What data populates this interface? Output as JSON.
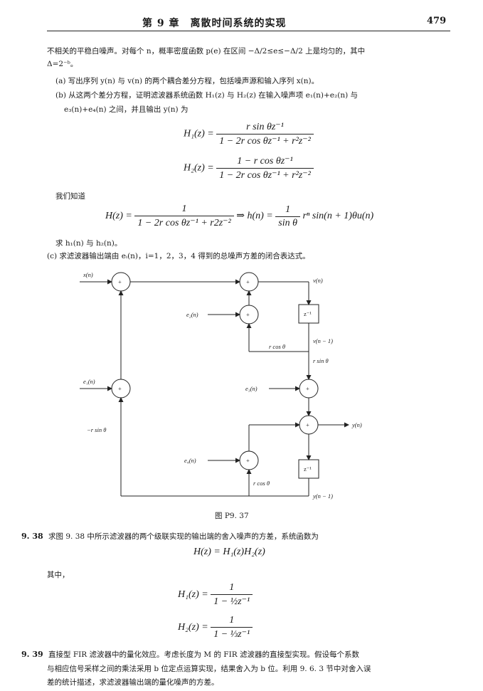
{
  "header": {
    "chapter": "第 9 章　离散时间系统的实现",
    "page_number": "479"
  },
  "intro": {
    "line1": "不相关的平稳白噪声。对每个 n，概率密度函数 p(e) 在区间 −Δ/2≤e≤−Δ/2 上是均匀的，其中",
    "line2": "Δ=2⁻ᵇ。"
  },
  "part_a": "(a) 写出序列 y(n) 与 v(n) 的两个耦合差分方程，包括噪声源和输入序列 x(n)。",
  "part_b": {
    "line1": "(b) 从这两个差分方程，证明滤波器系统函数 H₁(z) 与 H₂(z) 在输入噪声项 e₁(n)+e₂(n) 与",
    "line2": "e₃(n)+e₄(n) 之间，并且输出 y(n) 为"
  },
  "eq_h1": {
    "lhs": "H₁(z) =",
    "num": "r sin θz⁻¹",
    "den": "1 − 2r cos θz⁻¹ + r²z⁻²"
  },
  "eq_h2": {
    "lhs": "H₂(z) =",
    "num": "1 − r cos θz⁻¹",
    "den": "1 − 2r cos θz⁻¹ + r²z⁻²"
  },
  "we_know": "我们知道",
  "eq_h": {
    "lhs": "H(z) =",
    "num": "1",
    "den": "1 − 2r cos θz⁻¹ + r2z⁻²",
    "arrow": "⇒ h(n) =",
    "num2": "1",
    "den2": "sin θ",
    "tail": "rⁿ sin(n + 1)θu(n)"
  },
  "find_h": "求 h₁(n) 与 h₂(n)。",
  "part_c": "(c) 求滤波器输出端由 eᵢ(n)，i=1，2，3，4 得到的总噪声方差的闭合表达式。",
  "figure": {
    "caption": "图 P9. 37",
    "labels": {
      "x": "x(n)",
      "v": "v(n)",
      "e2": "e₂(n)",
      "zinv1": "z⁻¹",
      "vn1": "v(n − 1)",
      "rcos1": "r cos θ",
      "rsin": "r sin θ",
      "e1": "e₁(n)",
      "e3": "e₃(n)",
      "neg_rsin": "−r sin θ",
      "y": "y(n)",
      "e4": "e₄(n)",
      "zinv2": "z⁻¹",
      "rcos2": "r cos θ",
      "yn1": "y(n − 1)",
      "plus": "+"
    }
  },
  "p938": {
    "number": "9. 38",
    "text": "求图 9. 38 中所示滤波器的两个级联实现的输出端的舍入噪声的方差，系统函数为",
    "eq": "H(z) = H₁(z)H₂(z)",
    "where": "其中，",
    "h1": {
      "lhs": "H₁(z) =",
      "num": "1",
      "den": "1 − ½z⁻¹"
    },
    "h2": {
      "lhs": "H₂(z) =",
      "num": "1",
      "den": "1 − ⅓z⁻¹"
    }
  },
  "p939": {
    "number": "9. 39",
    "line1": "直接型 FIR 滤波器中的量化效应。考虑长度为 M 的 FIR 滤波器的直接型实现。假设每个系数",
    "line2": "与相应信号采样之间的乘法采用 b 位定点运算实现，结果舍入为 b 位。利用 9. 6. 3 节中对舍入误",
    "line3": "差的统计描述，求滤波器输出端的量化噪声的方差。"
  }
}
